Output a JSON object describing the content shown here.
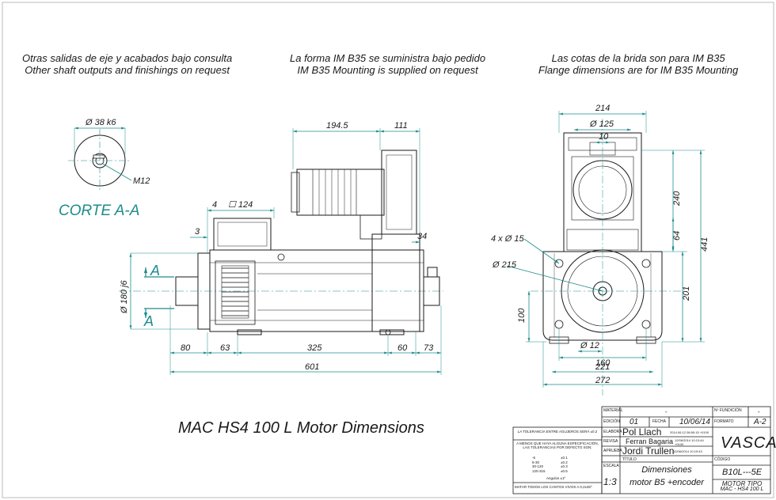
{
  "notes": {
    "left_es": "Otras salidas de eje y acabados bajo consulta",
    "left_en": "Other shaft outputs and finishings on request",
    "mid_es": "La forma IM B35 se suministra bajo pedido",
    "mid_en": "IM B35 Mounting is supplied on request",
    "right_es": "Las cotas de la brida son para IM B35",
    "right_en": "Flange dimensions are for IM B35 Mounting"
  },
  "section": {
    "label": "CORTE A-A",
    "dia": "Ø 38 k6",
    "thread": "M12"
  },
  "side_view": {
    "d_194_5": "194.5",
    "d_111": "111",
    "d_4": "4",
    "d_124": "☐ 124",
    "d_3": "3",
    "d_34": "34",
    "d_dia180": "Ø 180 j6",
    "cut_a": "A",
    "d_80": "80",
    "d_63": "63",
    "d_325": "325",
    "d_60": "60",
    "d_73": "73",
    "d_601": "601"
  },
  "end_view": {
    "d_214": "214",
    "d_dia125": "Ø 125",
    "d_10": "10",
    "d_240": "240",
    "d_64": "64",
    "d_441": "441",
    "d_holes": "4 x Ø 15",
    "d_dia215": "Ø 215",
    "d_201": "201",
    "d_100": "100",
    "d_dia12": "Ø 12",
    "d_160": "160",
    "d_221": "221",
    "d_272": "272"
  },
  "drawing_title": "MAC HS4 100 L Motor Dimensions",
  "title_block": {
    "material_label": "MATERIAL",
    "material_value": "-",
    "nfundicion_label": "Nº FUNDICIÓN",
    "nfundicion_value": "-",
    "edicion_label": "EDICIÓN",
    "edicion_value": "01",
    "fecha_label": "FECHA",
    "fecha_value": "10/06/14",
    "formato_label": "FORMATO",
    "formato_value": "A-2",
    "elabora_label": "ELABORA",
    "elabora_value": "Pol Llach",
    "elabora_date": "2014.06.12 08:50:15 +0100",
    "revisa_label": "REVISA",
    "revisa_value": "Ferran Bagaria",
    "revisa_date": "12/06/2014 10:13:44 +0100",
    "aprueba_label": "APRUEBA",
    "aprueba_value": "Jordi Trullen",
    "aprueba_date": "12/06/2014 10:19:43",
    "logo": "VASCAT",
    "tolerance_title": "LA TOLERANCIA ENTRE AGUJEROS SERÁ ±0.2",
    "tolerance_note": "A MENOS QUE HAYA ALGUNA ESPECIFICACIÓN, LAS TOLERANCIAS POR DEFECTO SON:",
    "tol_rows": [
      {
        "range": "-6",
        "tol": "±0.1"
      },
      {
        "range": "6-30",
        "tol": "±0.2"
      },
      {
        "range": "30-120",
        "tol": "±0.3"
      },
      {
        "range": "120-315",
        "tol": "±0.5"
      }
    ],
    "angles": "Angulos ±1º",
    "edges": "MATAR TODOS LOS CANTOS VIVOS A 0,2x45º",
    "escala_label": "ESCALA",
    "escala_value": "1:3",
    "titulo_label": "TÍTULO",
    "titulo_line1": "Dimensiones",
    "titulo_line2": "motor B5 +encoder",
    "codigo_label": "CÓDIGO",
    "codigo_value": "B10L---5E",
    "motor_tipo_1": "MOTOR TIPO",
    "motor_tipo_2": "MAC - HS4 100 L"
  },
  "colors": {
    "line": "#1a1a1a",
    "dimension": "#1e8c8c"
  }
}
